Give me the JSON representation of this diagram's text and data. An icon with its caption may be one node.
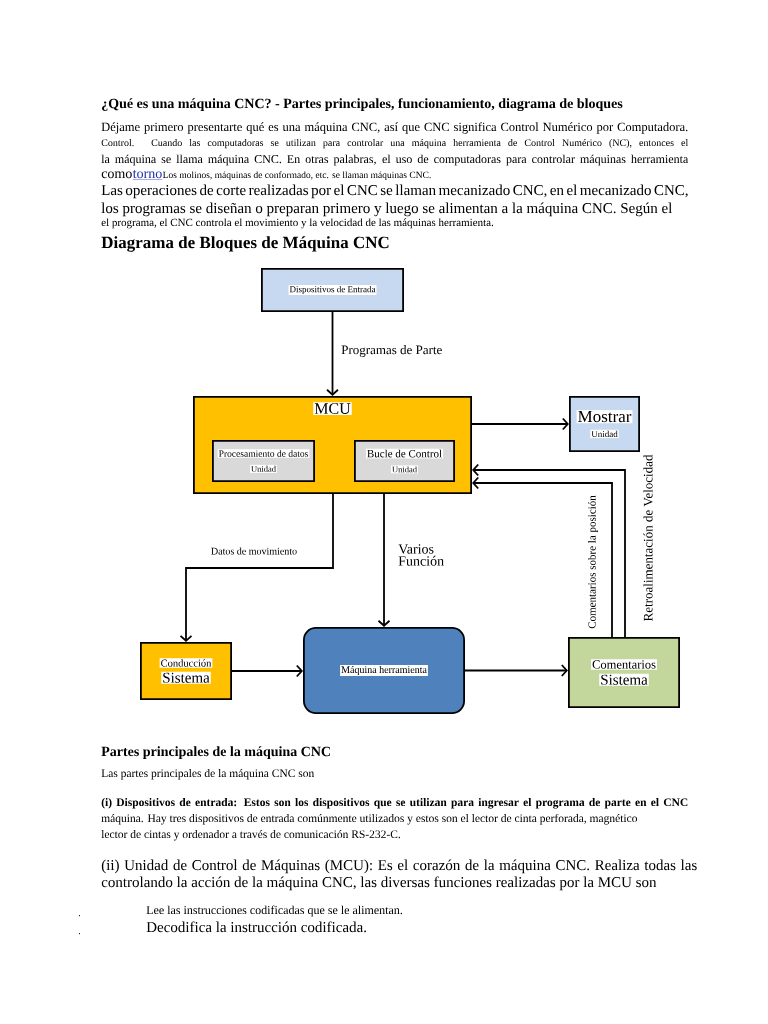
{
  "diagram": {
    "title": "¿Qué es una máquina CNC? - Partes principales, funcionamiento, diagrama de bloques",
    "nodes": [
      {
        "text": [
          "Dispositivos de Entrada"
        ]
      },
      {
        "text": [
          "MCU"
        ]
      },
      {
        "text": [
          "Procesamiento de datos",
          "Unidad"
        ],
        "in": 1
      },
      {
        "text": [
          "Bucle de Control",
          "Unidad"
        ],
        "in": 1
      },
      {
        "text": [
          "Mostrar",
          "Unidad"
        ]
      },
      {
        "text": [
          "Conducción",
          "Sistema"
        ]
      },
      {
        "text": [
          "Máquina herramienta"
        ]
      },
      {
        "text": [
          "Comentarios",
          "Sistema"
        ]
      }
    ],
    "edges": [
      {
        "from": 0,
        "to": 1,
        "arrow": "to",
        "label": "Programas de Parte"
      },
      {
        "from": 1,
        "to": 4,
        "arrow": "to"
      },
      {
        "from": 7,
        "to": 1,
        "arrow": "to",
        "label": "Retroalimentación de Velocidad"
      },
      {
        "from": 7,
        "to": 1,
        "arrow": "to",
        "label": "Comentarios sobre la posición"
      },
      {
        "from": 1,
        "to": 5,
        "arrow": "to",
        "label": "Datos de movimiento"
      },
      {
        "from": 1,
        "to": 6,
        "arrow": "to",
        "label": "Varios Función"
      },
      {
        "from": 5,
        "to": 6,
        "arrow": "to"
      },
      {
        "from": 6,
        "to": 7,
        "arrow": "to"
      }
    ],
    "labels": [
      "Déjame primero presentarte qué es una máquina CNC, así que CNC significa Control Numérico por Computadora.",
      "Control. Cuando las computadoras se utilizan para controlar una máquina herramienta de Control Numérico (NC), entonces el",
      "la máquina se llama máquina CNC. En otras palabras, el uso de computadoras para controlar máquinas herramienta",
      "como",
      "torno",
      "Los molinos, máquinas de conformado, etc. se llaman máquinas CNC.",
      "Las operaciones de corte realizadas por el CNC se llaman mecanizado CNC, en el mecanizado CNC,",
      "los programas se diseñan o preparan primero y luego se alimentan a la máquina CNC. Según el",
      "el programa, el CNC controla el movimiento y la velocidad de las máquinas herramienta.",
      "Diagrama de Bloques de Máquina CNC",
      "Partes principales de la máquina CNC",
      "Las partes principales de la máquina CNC son",
      "(i) Dispositivos de entrada: Estos son los dispositivos que se utilizan para ingresar el programa de parte en el CNC",
      "máquina. Hay tres dispositivos de entrada comúnmente utilizados y estos son el lector de cinta perforada, magnético",
      "lector de cintas y ordenador a través de comunicación RS-232-C.",
      "(ii) Unidad de Control de Máquinas (MCU): Es el corazón de la máquina CNC. Realiza todas las",
      "controlando la acción de la máquina CNC, las diversas funciones realizadas por la MCU son",
      ".",
      "Lee las instrucciones codificadas que se le alimentan.",
      ".",
      "Decodifica la instrucción codificada."
    ]
  }
}
